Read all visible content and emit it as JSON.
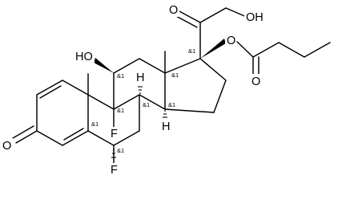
{
  "molecule": {
    "atom_labels": {
      "hydroxyl_c11": "HO",
      "ketone_c20_oxygen": "O",
      "hydroxyl_c21": "OH",
      "ester_oxygen": "O",
      "carbonyl_oxygen_ester": "O",
      "ketone_c3_oxygen": "O",
      "fluoro_c9": "F",
      "fluoro_c6": "F",
      "hydrogen_c8": "H",
      "hydrogen_c14": "H"
    },
    "stereo_labels": {
      "c9": "&1",
      "c10": "&1",
      "c11": "&1",
      "c13": "&1",
      "c17": "&1",
      "c8": "&1",
      "c14": "&1",
      "c6": "&1"
    }
  }
}
